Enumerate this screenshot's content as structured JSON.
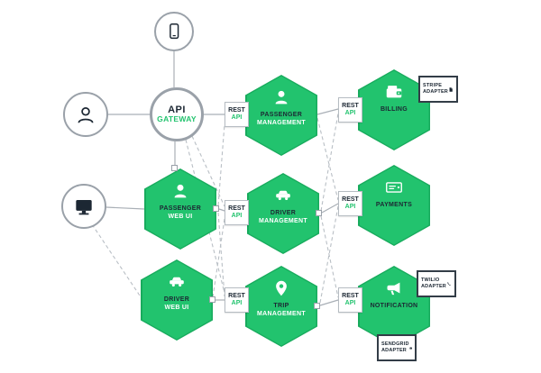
{
  "colors": {
    "green": "#22c36e",
    "green-dark": "#18ab5d",
    "dark": "#1c2733",
    "line": "#b3b9bf",
    "border-gray": "#9aa1a9"
  },
  "gateway": {
    "line1": "API",
    "line2": "GATEWAY"
  },
  "rest": {
    "line1": "REST",
    "line2": "API"
  },
  "services": [
    {
      "line1": "PASSENGER",
      "line2": "MANAGEMENT",
      "icon": "person"
    },
    {
      "line1": "BILLING",
      "line2": "",
      "icon": "wallet"
    },
    {
      "line1": "PASSENGER",
      "line2": "WEB UI",
      "icon": "person"
    },
    {
      "line1": "DRIVER",
      "line2": "MANAGEMENT",
      "icon": "car"
    },
    {
      "line1": "PAYMENTS",
      "line2": "",
      "icon": "cheque"
    },
    {
      "line1": "DRIVER",
      "line2": "WEB UI",
      "icon": "car"
    },
    {
      "line1": "TRIP",
      "line2": "MANAGEMENT",
      "icon": "map-pin"
    },
    {
      "line1": "NOTIFICATION",
      "line2": "",
      "icon": "megaphone"
    }
  ],
  "adapters": [
    {
      "line1": "STRIPE",
      "line2": "ADAPTER",
      "icon": "receipt"
    },
    {
      "line1": "TWILIO",
      "line2": "ADAPTER",
      "icon": "phone"
    },
    {
      "line1": "SENDGRID",
      "line2": "ADAPTER",
      "icon": "envelope"
    }
  ],
  "actors": {
    "top": "smartphone",
    "left": "passenger",
    "bottom_left": "desktop"
  }
}
